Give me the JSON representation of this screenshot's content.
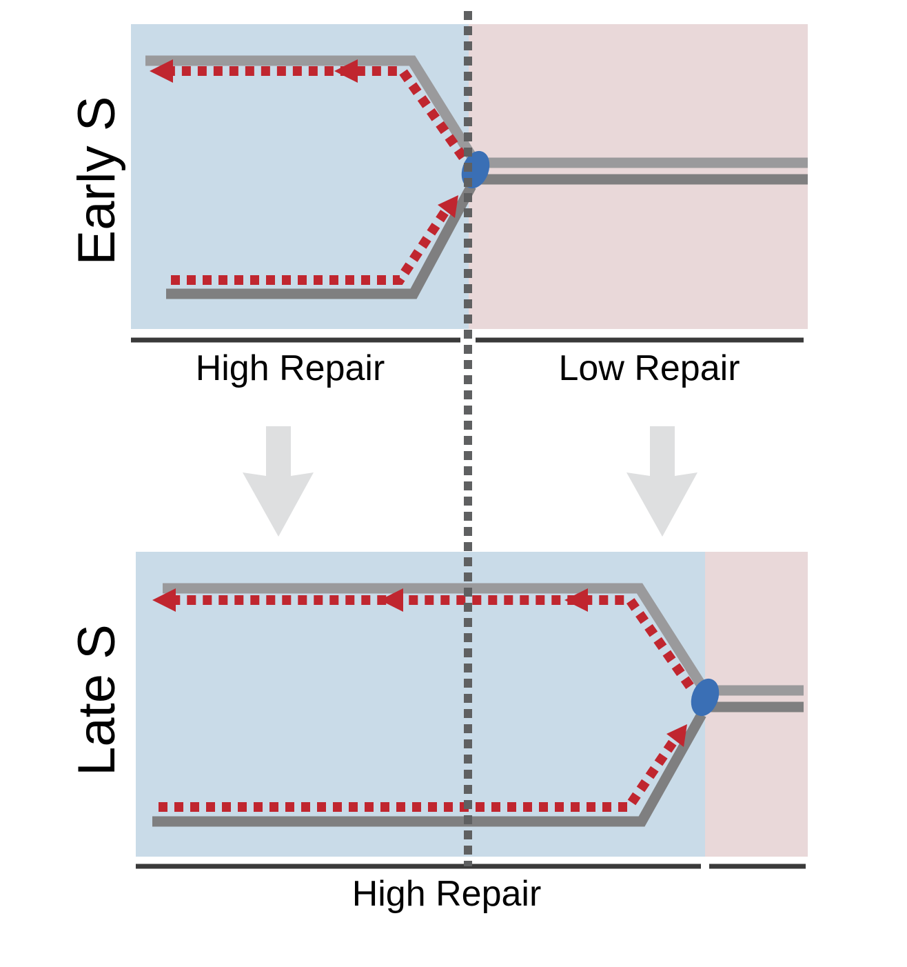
{
  "panels": {
    "early": {
      "label": "Early S",
      "high_label": "High Repair",
      "low_label": "Low Repair"
    },
    "late": {
      "label": "Late S",
      "high_label": "High Repair"
    }
  },
  "colors": {
    "high_repair_region": "#c9dbe8",
    "low_repair_region": "#e9d8d9",
    "dna_strand_light": "#9a9a9c",
    "dna_strand_dark": "#7f7f80",
    "replication_arrow": "#c0262f",
    "replication_fork": "#3a6fb5",
    "transition_arrow": "#dedfe0",
    "boundary_line": "#5f6061",
    "axis_bar": "#3a3a3a"
  }
}
